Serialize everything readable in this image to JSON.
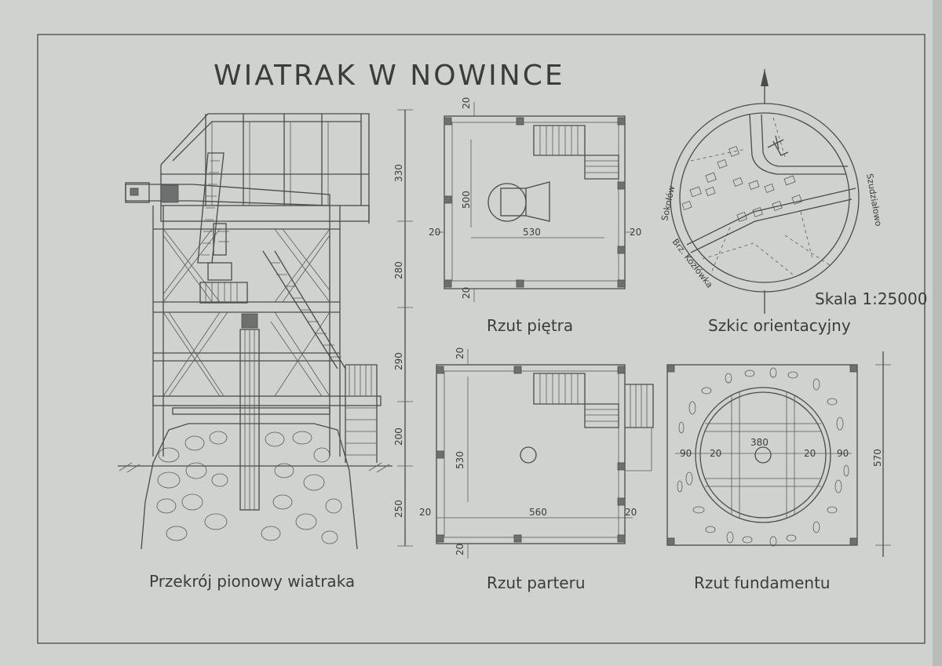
{
  "title": "WIATRAK W NOWINCE",
  "captions": {
    "section": "Przekrój pionowy wiatraka",
    "floor_plan": "Rzut piętra",
    "orientation": "Szkic orientacyjny",
    "ground_plan": "Rzut parteru",
    "foundation_plan": "Rzut fundamentu"
  },
  "scale": "Skala 1:25000",
  "map_labels": {
    "left_outer": "Sokołów",
    "left_inner": "Brz. Kozłówka",
    "right": "Szudziałowo"
  },
  "heights": [
    "330",
    "280",
    "290",
    "200",
    "250"
  ],
  "floor_plan_dims": {
    "top": "20",
    "height": "500",
    "bottom": "20",
    "left": "20",
    "width": "530",
    "right": "20"
  },
  "ground_plan_dims": {
    "top": "20",
    "height": "530",
    "bottom": "20",
    "left": "20",
    "width": "560",
    "right": "20"
  },
  "foundation_dims": {
    "left_outer": "90",
    "left_inner": "20",
    "diameter": "380",
    "right_inner": "20",
    "right_outer": "90",
    "side": "570"
  },
  "colors": {
    "paper": "#cfd2cf",
    "ink": "#4a4c4c"
  }
}
